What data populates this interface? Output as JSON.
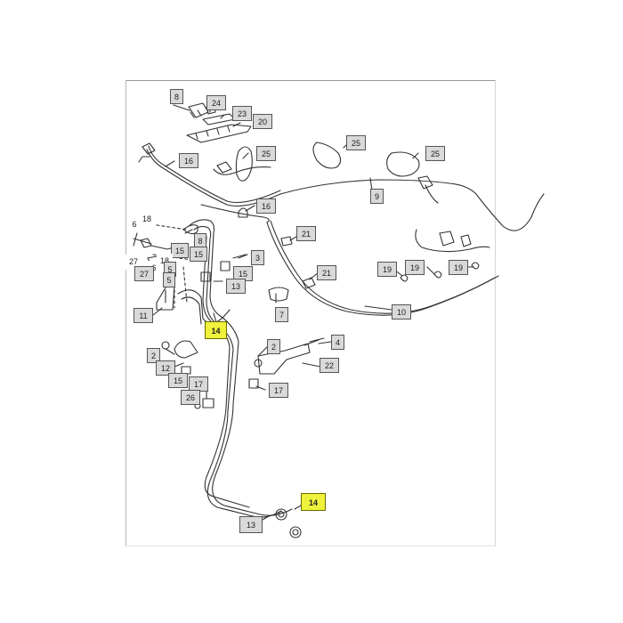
{
  "diagram": {
    "callouts": [
      {
        "id": "c8a",
        "label": "8"
      },
      {
        "id": "c24",
        "label": "24"
      },
      {
        "id": "c23",
        "label": "23"
      },
      {
        "id": "c20",
        "label": "20"
      },
      {
        "id": "c25a",
        "label": "25"
      },
      {
        "id": "c25b",
        "label": "25"
      },
      {
        "id": "c25c",
        "label": "25"
      },
      {
        "id": "c16a",
        "label": "16"
      },
      {
        "id": "c9",
        "label": "9"
      },
      {
        "id": "c16b",
        "label": "16"
      },
      {
        "id": "c18a",
        "label": "18"
      },
      {
        "id": "c6a",
        "label": "6"
      },
      {
        "id": "c8b",
        "label": "8"
      },
      {
        "id": "c21a",
        "label": "21"
      },
      {
        "id": "c15a",
        "label": "15"
      },
      {
        "id": "c15b",
        "label": "15"
      },
      {
        "id": "c3",
        "label": "3"
      },
      {
        "id": "c27a",
        "label": "27"
      },
      {
        "id": "c6b",
        "label": "6"
      },
      {
        "id": "c18b",
        "label": "18"
      },
      {
        "id": "c27b",
        "label": "27"
      },
      {
        "id": "c5a",
        "label": "5"
      },
      {
        "id": "c15c",
        "label": "15"
      },
      {
        "id": "c21b",
        "label": "21"
      },
      {
        "id": "c19a",
        "label": "19"
      },
      {
        "id": "c19b",
        "label": "19"
      },
      {
        "id": "c19c",
        "label": "19"
      },
      {
        "id": "c5b",
        "label": "5"
      },
      {
        "id": "c13a",
        "label": "13"
      },
      {
        "id": "c11",
        "label": "11"
      },
      {
        "id": "c7",
        "label": "7"
      },
      {
        "id": "c10",
        "label": "10"
      },
      {
        "id": "c14a",
        "label": "14",
        "highlight": true
      },
      {
        "id": "c4",
        "label": "4"
      },
      {
        "id": "c2a",
        "label": "2"
      },
      {
        "id": "c2b",
        "label": "2"
      },
      {
        "id": "c12",
        "label": "12"
      },
      {
        "id": "c22",
        "label": "22"
      },
      {
        "id": "c15d",
        "label": "15"
      },
      {
        "id": "c17a",
        "label": "17"
      },
      {
        "id": "c17b",
        "label": "17"
      },
      {
        "id": "c26",
        "label": "26"
      },
      {
        "id": "c14b",
        "label": "14",
        "highlight": true
      },
      {
        "id": "c13b",
        "label": "13"
      }
    ],
    "colors": {
      "callout_fill": "#d9d9d9",
      "callout_highlight_fill": "#eef23a",
      "line": "#333333"
    }
  }
}
